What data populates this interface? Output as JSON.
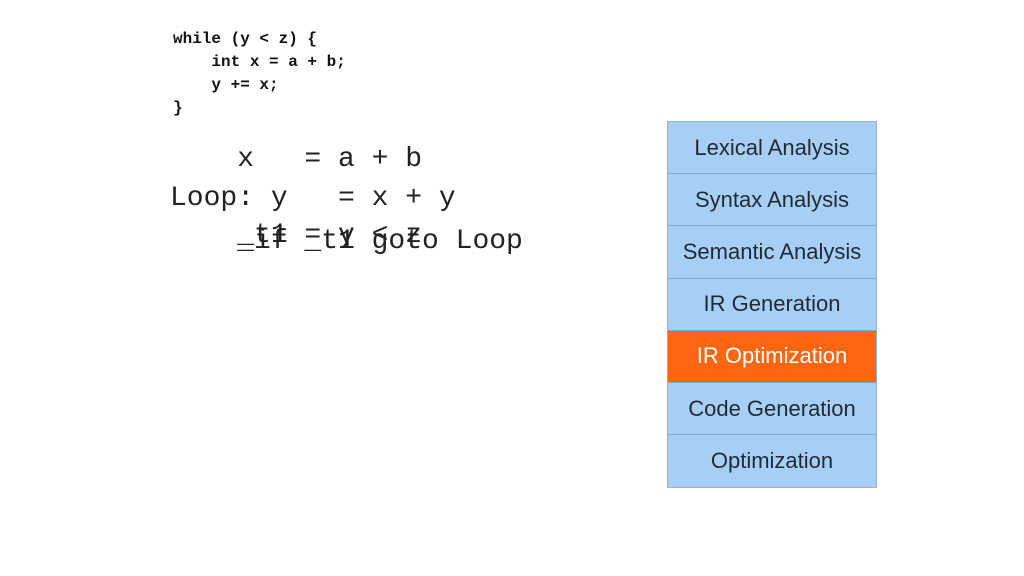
{
  "source_code": {
    "lines": [
      "while (y < z) {",
      "    int x = a + b;",
      "    y += x;",
      "}"
    ]
  },
  "ir_code": {
    "line1": "    x   = a + b",
    "line2": "Loop: y   = x + y",
    "line3a": "    _t1 = y < z",
    "line3b": "    _if _t1 goto Loop"
  },
  "pipeline": {
    "stages": [
      {
        "label": "Lexical Analysis",
        "active": false
      },
      {
        "label": "Syntax Analysis",
        "active": false
      },
      {
        "label": "Semantic Analysis",
        "active": false
      },
      {
        "label": "IR Generation",
        "active": false
      },
      {
        "label": "IR Optimization",
        "active": true
      },
      {
        "label": "Code Generation",
        "active": false
      },
      {
        "label": "Optimization",
        "active": false
      }
    ],
    "colors": {
      "default": "#a7cff5",
      "active": "#ff6611"
    }
  }
}
